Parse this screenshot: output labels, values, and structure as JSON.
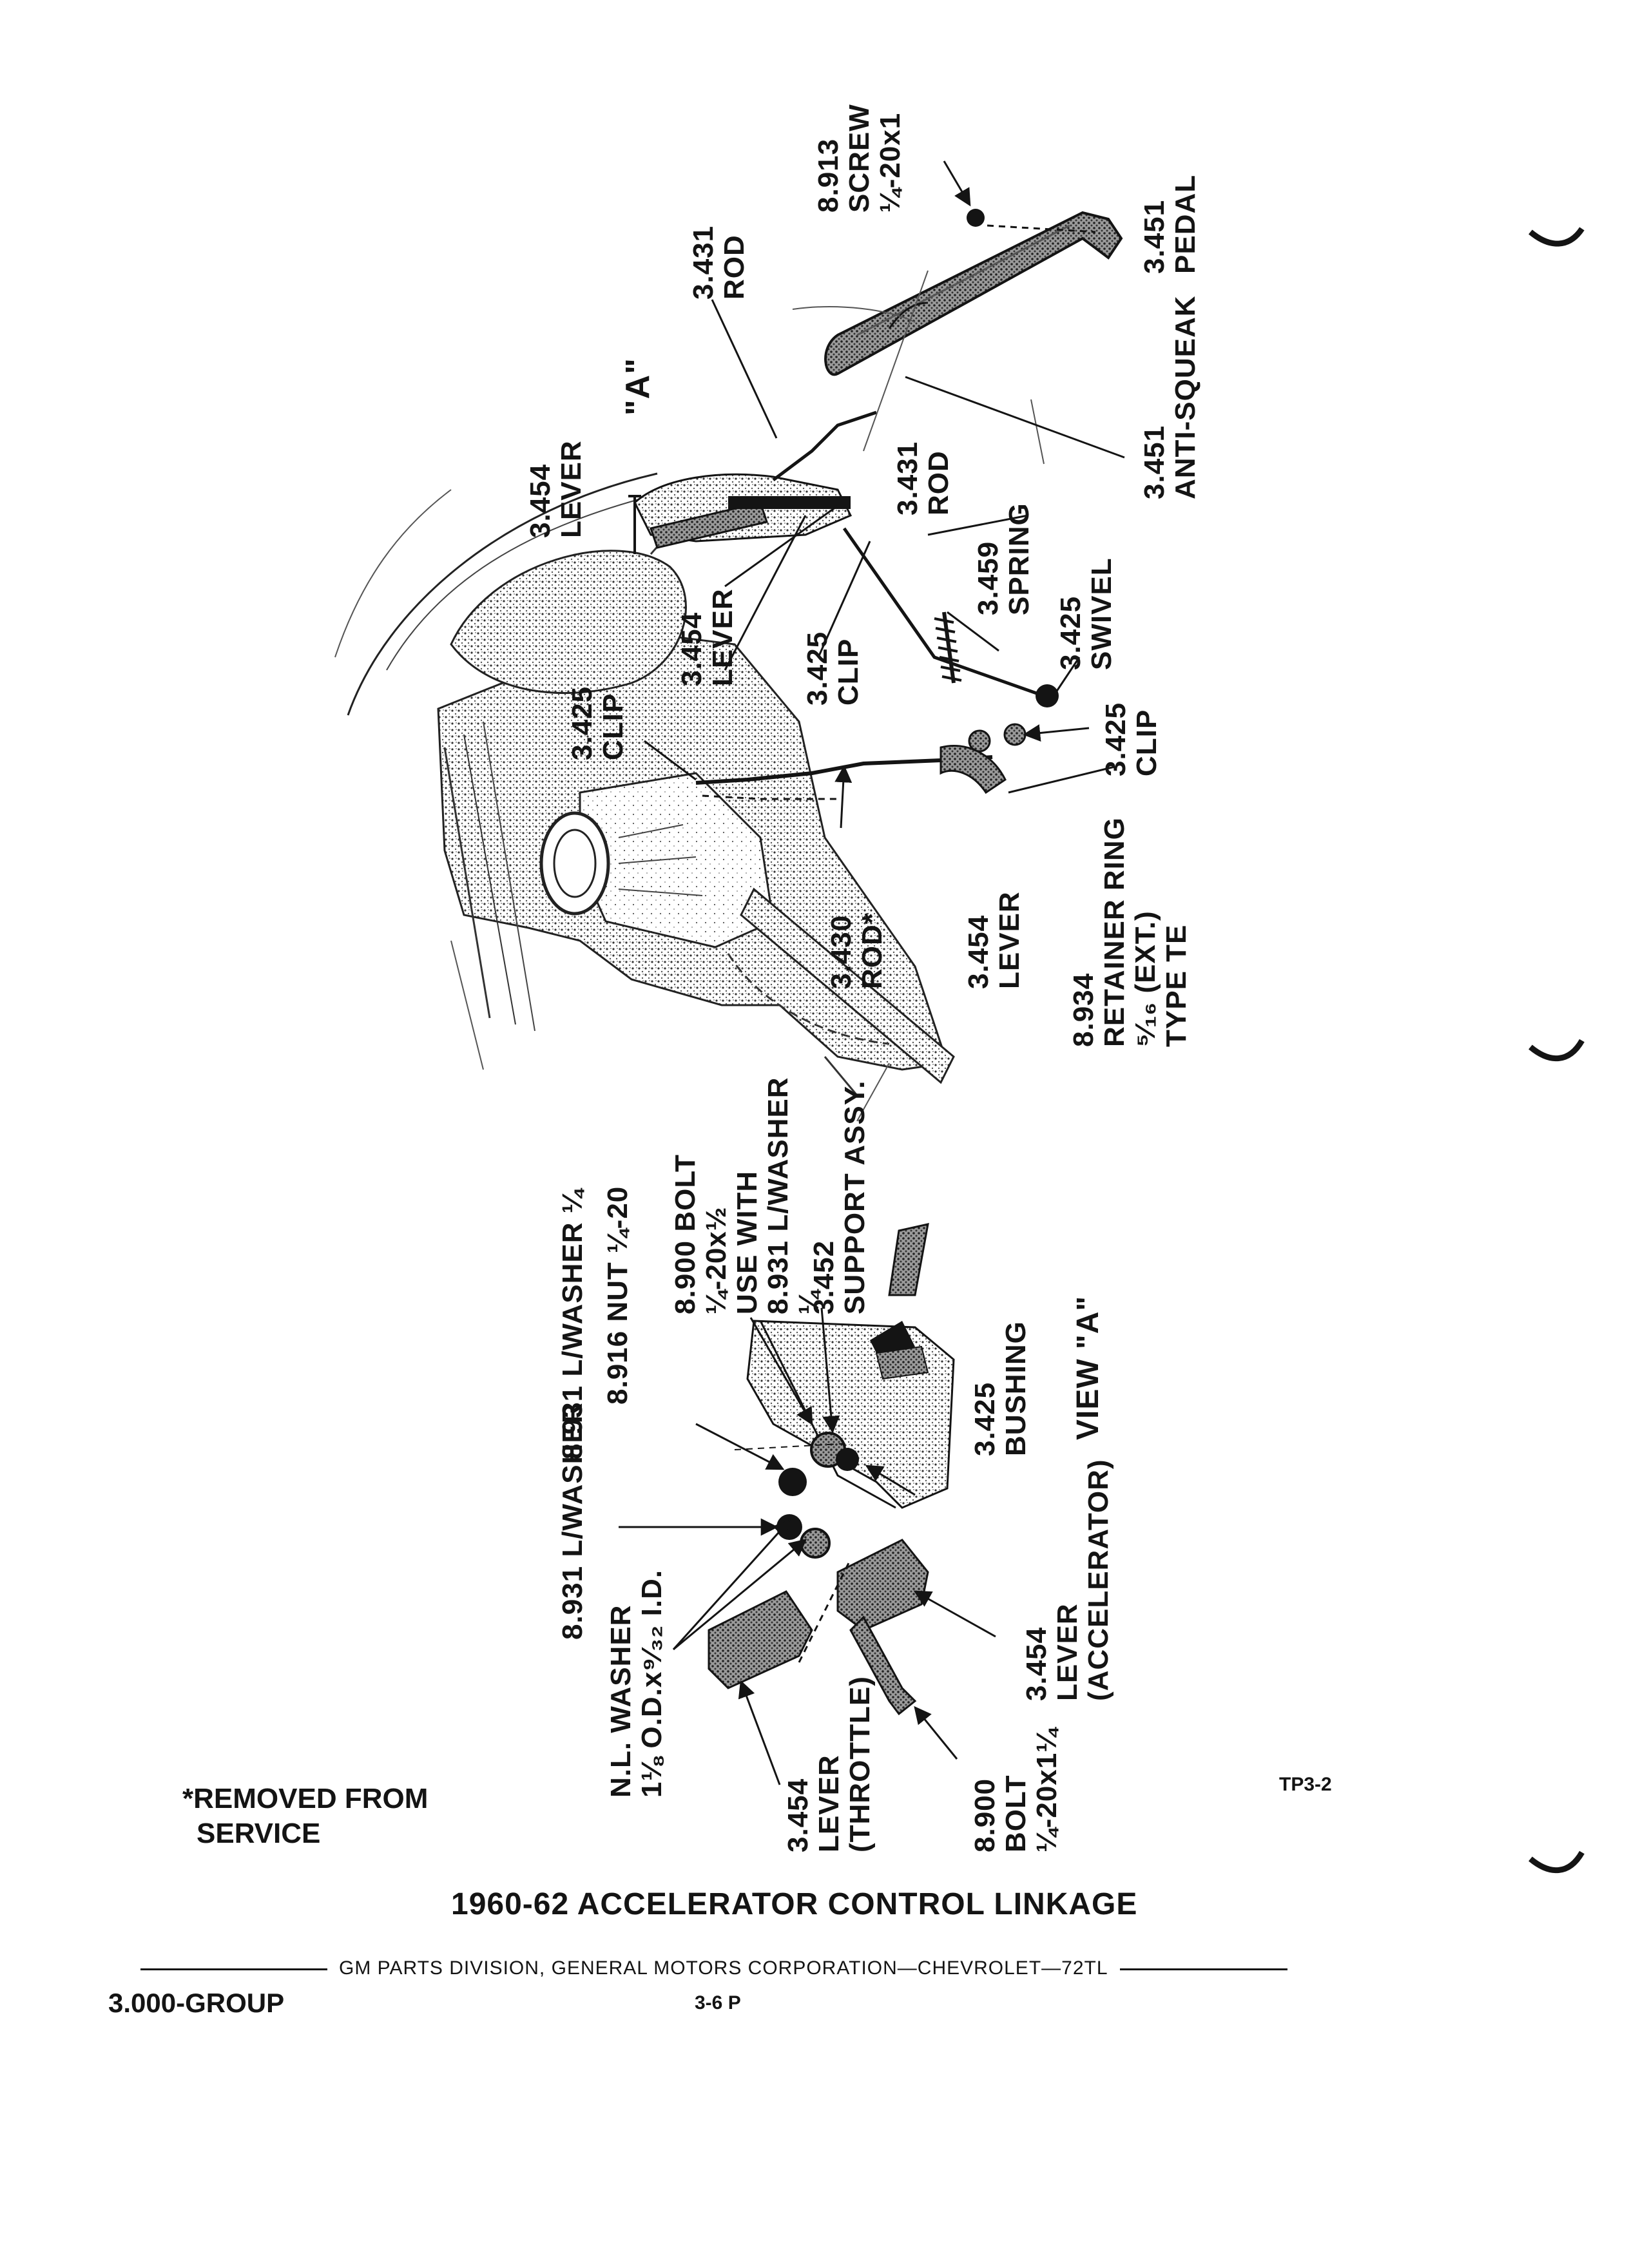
{
  "top_view": {
    "view_mark": "\"A\"",
    "callouts": [
      {
        "id": "screw",
        "lines": [
          "8.913",
          "SCREW",
          "¼-20x1"
        ]
      },
      {
        "id": "pedal",
        "lines": [
          "3.451",
          "PEDAL"
        ]
      },
      {
        "id": "rod-upper",
        "lines": [
          "3.431",
          "ROD"
        ]
      },
      {
        "id": "anti-squeak",
        "lines": [
          "3.451",
          "ANTI-SQUEAK"
        ]
      },
      {
        "id": "lever-upper",
        "lines": [
          "3.454",
          "LEVER"
        ]
      },
      {
        "id": "rod-lower",
        "lines": [
          "3.431",
          "ROD"
        ]
      },
      {
        "id": "spring",
        "lines": [
          "3.459",
          "SPRING"
        ]
      },
      {
        "id": "swivel",
        "lines": [
          "3.425",
          "SWIVEL"
        ]
      },
      {
        "id": "lever-mid",
        "lines": [
          "3.454",
          "LEVER"
        ]
      },
      {
        "id": "clip-mid",
        "lines": [
          "3.425",
          "CLIP"
        ]
      },
      {
        "id": "clip-left",
        "lines": [
          "3.425",
          "CLIP"
        ]
      },
      {
        "id": "clip-right",
        "lines": [
          "3.425",
          "CLIP"
        ]
      },
      {
        "id": "rod-removed",
        "lines": [
          "3.430",
          "ROD*"
        ]
      },
      {
        "id": "lever-carb",
        "lines": [
          "3.454",
          "LEVER"
        ]
      },
      {
        "id": "retainer",
        "lines": [
          "8.934",
          "RETAINER RING",
          "⁵⁄₁₆ (EXT.)",
          "TYPE TE"
        ]
      }
    ]
  },
  "view_a": {
    "title": "VIEW \"A\"",
    "callouts": [
      {
        "id": "support",
        "lines": [
          "3.452",
          "SUPPORT  ASSY."
        ]
      },
      {
        "id": "bolt-short",
        "lines": [
          "8.900 BOLT",
          "¼-20x½",
          "USE WITH",
          "8.931 L/WASHER",
          "¼"
        ]
      },
      {
        "id": "nut",
        "lines": [
          "8.916 NUT ¼-20"
        ]
      },
      {
        "id": "lwasher-top",
        "lines": [
          "8.931 L/WASHER ¼"
        ]
      },
      {
        "id": "lwasher",
        "lines": [
          "8.931 L/WASHER"
        ]
      },
      {
        "id": "bushing",
        "lines": [
          "3.425",
          "BUSHING"
        ]
      },
      {
        "id": "nl-washer",
        "lines": [
          "N.L. WASHER",
          "1⅛ O.D.x⁹⁄₃₂ I.D."
        ]
      },
      {
        "id": "lever-accel",
        "lines": [
          "3.454",
          "LEVER",
          "(ACCELERATOR)"
        ]
      },
      {
        "id": "lever-throttle",
        "lines": [
          "3.454",
          "LEVER",
          "(THROTTLE)"
        ]
      },
      {
        "id": "bolt-long",
        "lines": [
          "8.900",
          "BOLT",
          "¼-20x1¼"
        ]
      }
    ]
  },
  "note": {
    "lines": [
      "*REMOVED FROM",
      "SERVICE"
    ]
  },
  "figure_code": "TP3-2",
  "title": "1960-62 ACCELERATOR CONTROL LINKAGE",
  "footer": {
    "line": "GM PARTS DIVISION,  GENERAL MOTORS CORPORATION—CHEVROLET—72TL",
    "group": "3.000-GROUP",
    "page": "3-6  P"
  }
}
